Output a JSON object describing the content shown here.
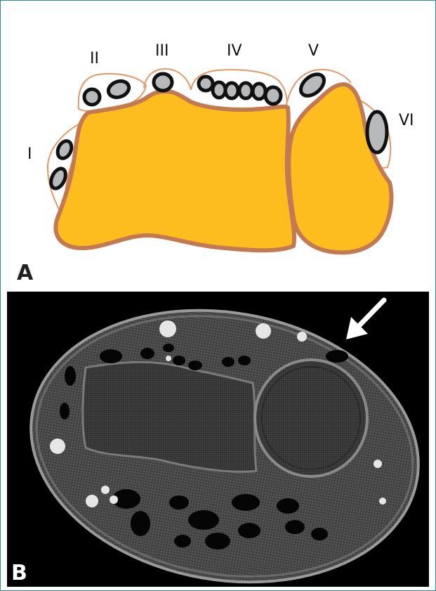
{
  "panels": [
    {
      "label": "A"
    },
    {
      "label": "B"
    }
  ],
  "compartments": [
    "I",
    "II",
    "III",
    "IV",
    "V",
    "VI"
  ],
  "colors": {
    "bone_fill": "#fdbd1e",
    "bone_outline": "#c27a52",
    "tendon_fill": "#b8b9bb",
    "tendon_outline": "#111111",
    "sheath_line": "#e09a6a",
    "frame_border": "#2a8a98"
  },
  "icons": [
    "arrow-icon"
  ]
}
